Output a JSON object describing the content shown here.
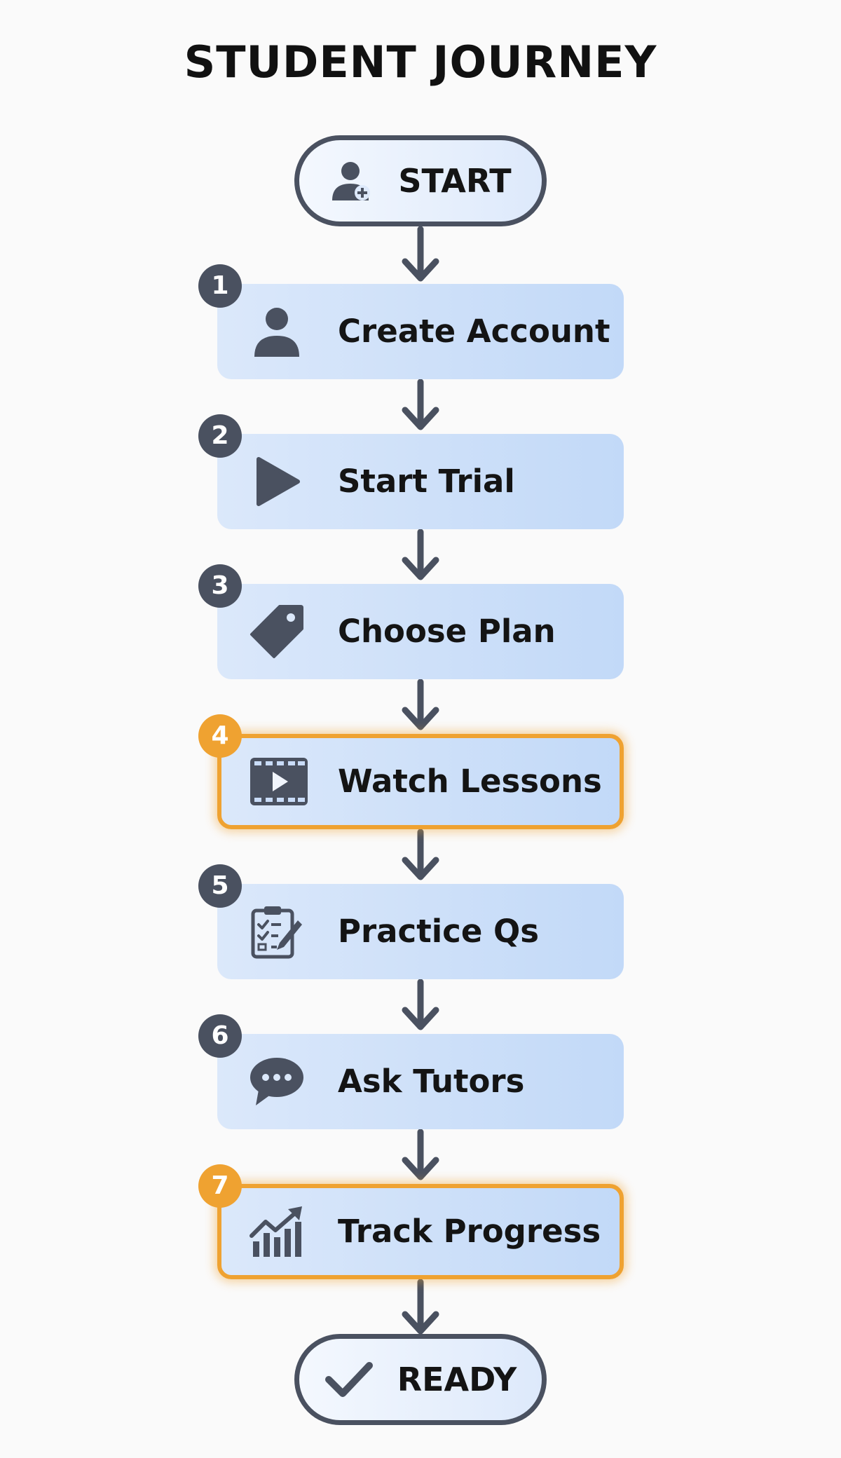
{
  "title": "STUDENT JOURNEY",
  "start": {
    "label": "START",
    "icon": "user-add-icon"
  },
  "end": {
    "label": "READY",
    "icon": "checkmark-icon"
  },
  "steps": [
    {
      "number": "1",
      "label": "Create Account",
      "icon": "user-icon",
      "highlighted": false
    },
    {
      "number": "2",
      "label": "Start Trial",
      "icon": "play-icon",
      "highlighted": false
    },
    {
      "number": "3",
      "label": "Choose Plan",
      "icon": "price-tag-icon",
      "highlighted": false
    },
    {
      "number": "4",
      "label": "Watch Lessons",
      "icon": "video-film-icon",
      "highlighted": true
    },
    {
      "number": "5",
      "label": "Practice Qs",
      "icon": "clipboard-checklist-icon",
      "highlighted": false
    },
    {
      "number": "6",
      "label": "Ask Tutors",
      "icon": "chat-bubble-icon",
      "highlighted": false
    },
    {
      "number": "7",
      "label": "Track Progress",
      "icon": "growth-chart-icon",
      "highlighted": true
    }
  ],
  "colors": {
    "node_fill_left": "#dbe8fa",
    "node_fill_right": "#c2d9f8",
    "highlight": "#efa231",
    "badge": "#4a5160",
    "arrow": "#4a5160",
    "terminal_border": "#4a5160"
  }
}
